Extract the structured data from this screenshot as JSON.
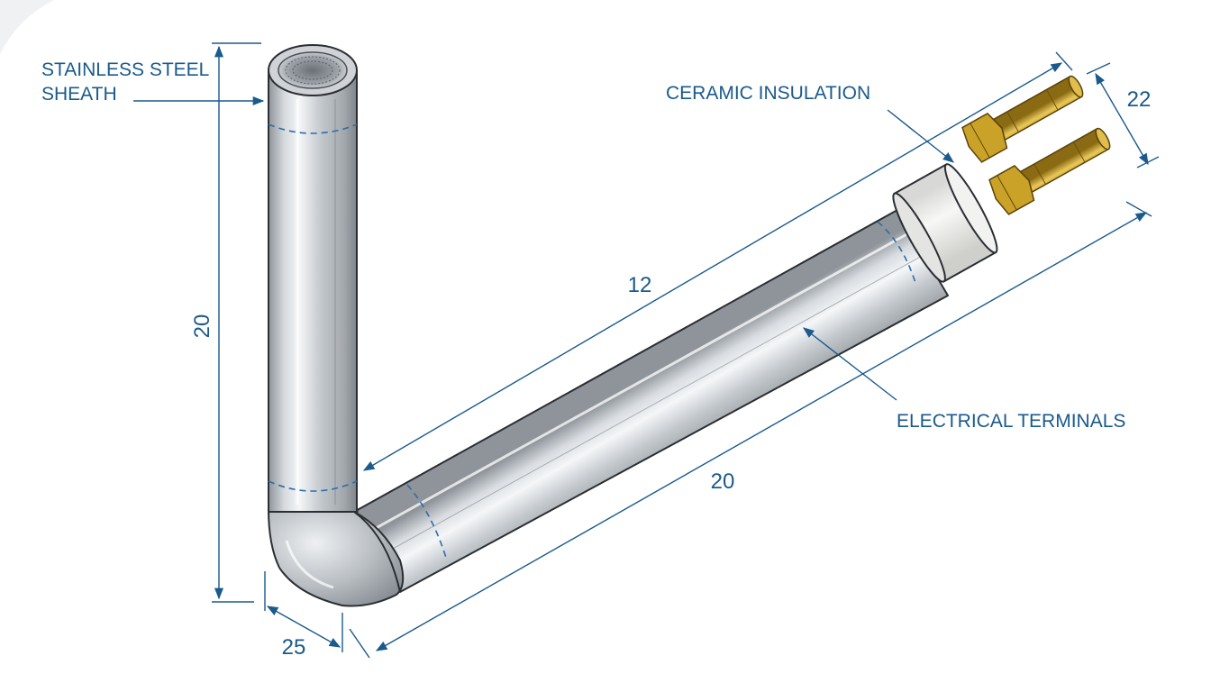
{
  "labels": {
    "sheath_line1": "STAINLESS STEEL",
    "sheath_line2": "SHEATH",
    "ceramic": "CERAMIC INSULATION",
    "terminals": "ELECTRICAL TERMINALS"
  },
  "dimensions": {
    "vertical_height": "20",
    "bend_offset": "25",
    "inner_length": "12",
    "outer_length": "20",
    "terminal_length": "22"
  },
  "colors": {
    "annotation": "#1a5a8c",
    "steel_dark": "#8e949a",
    "steel_light": "#f4f6f8",
    "brass": "#c9a227",
    "ceramic": "#eeeeec"
  }
}
